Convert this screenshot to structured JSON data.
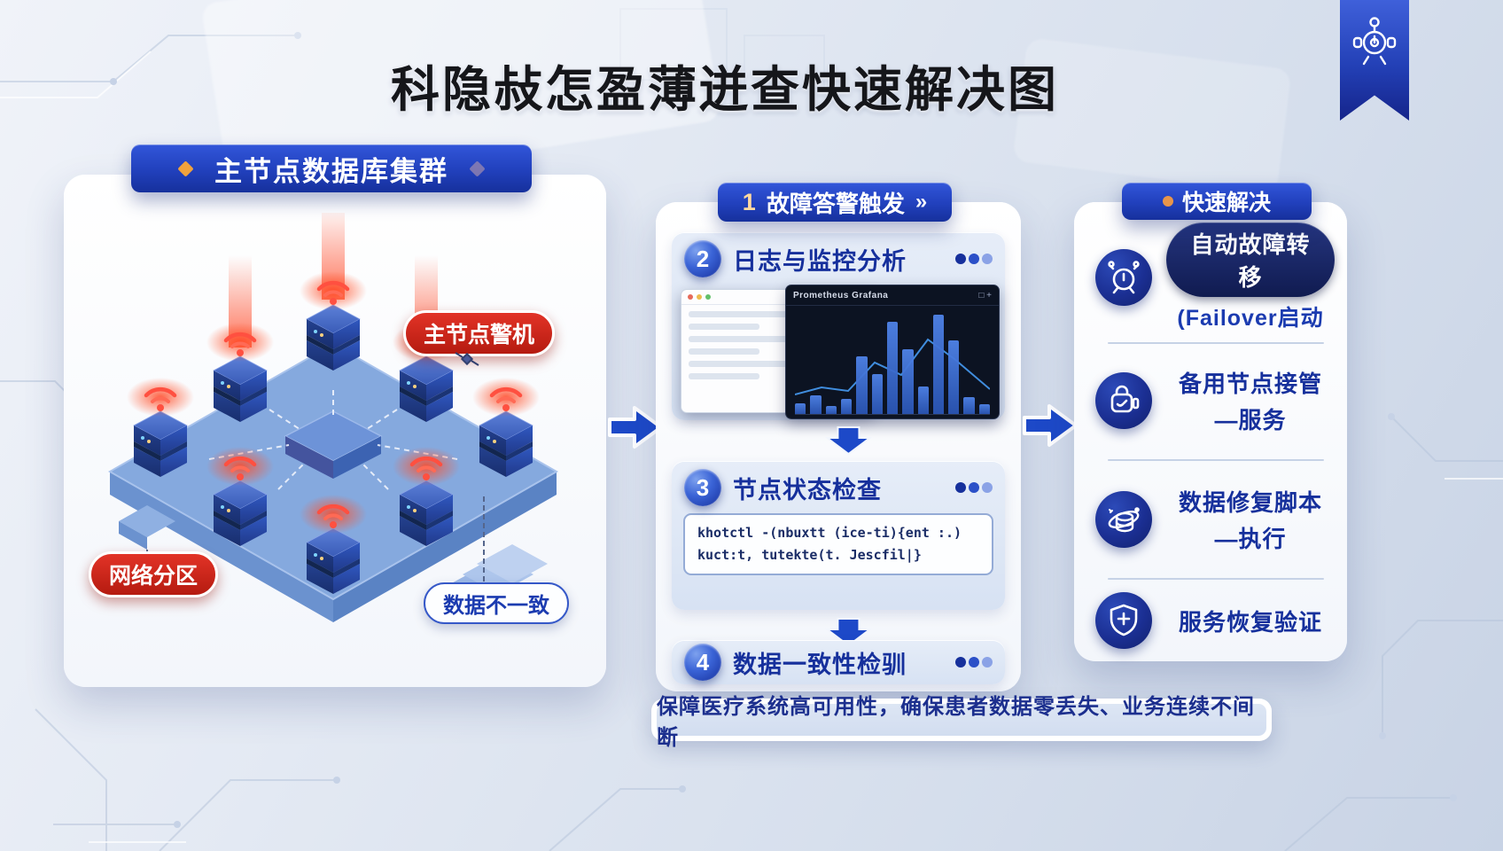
{
  "title": "科隐敊怎盈薄迸查快速解决图",
  "ribbon": {
    "icon": "medical-bot-icon"
  },
  "left_panel": {
    "banner": "主节点数据库集群",
    "labels": {
      "master_down": "主节点警机",
      "network_partition": "网络分区",
      "data_inconsistent": "数据不一致"
    }
  },
  "flow": {
    "step1": {
      "num": "1",
      "label": "故障答警触发",
      "chevrons": "»"
    },
    "step2": {
      "num": "2",
      "label": "日志与监控分析"
    },
    "step3": {
      "num": "3",
      "label": "节点状态检查",
      "code_lines": [
        "khotctl -(nbuxtt (ice-ti){ent :.)",
        "kuct:t, tutekte(t. Jescfil|}"
      ]
    },
    "step4": {
      "num": "4",
      "label": "数据一致性检驯"
    },
    "screenshot": {
      "window_title": "Prometheus Grafana",
      "window_controls": "□ +",
      "mini_chart": {
        "type": "bar",
        "bars": [
          10,
          18,
          8,
          14,
          55,
          38,
          88,
          62,
          26,
          95,
          70,
          16,
          9
        ]
      }
    }
  },
  "solutions": {
    "banner": "快速解决",
    "items": [
      {
        "title": "自动故障转移",
        "subtitle": "(Failover启动",
        "icon": "alarm-clock-icon"
      },
      {
        "title": "备用节点接管",
        "subtitle": "—服务",
        "icon": "briefcase-lock-icon"
      },
      {
        "title": "数据修复脚本",
        "subtitle": "—执行",
        "icon": "database-orbit-icon"
      },
      {
        "title": "服务恢复验证",
        "subtitle": "",
        "icon": "shield-check-icon"
      }
    ]
  },
  "footer": {
    "text": "保障医疗系统高可用性，确保患者数据零丢失、业务连续不间断"
  },
  "colors": {
    "banner_blue_start": "#3256da",
    "banner_blue_end": "#16309c",
    "text_navy": "#16309c",
    "alert_red": "#d6281e",
    "panel_blue": "#dce6f5",
    "accent_orange": "#f0a23c",
    "arrow_blue": "#1d49c8"
  }
}
